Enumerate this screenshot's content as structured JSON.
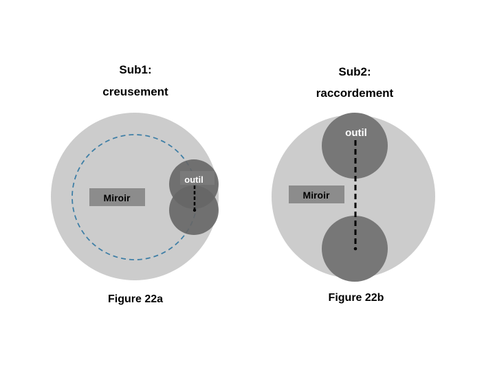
{
  "left": {
    "title_line1": "Sub1:",
    "title_line2": "creusement",
    "mirror_label": "Miroir",
    "tool_label": "outil",
    "caption": "Figure 22a"
  },
  "right": {
    "title_line1": "Sub2:",
    "title_line2": "raccordement",
    "mirror_label": "Miroir",
    "tool_label": "outil",
    "caption": "Figure 22b"
  },
  "colors": {
    "mirror_disc": "#cccccc",
    "tool": "#666666",
    "tool_light": "#7a7a7a",
    "label_box": "#8c8c8c",
    "dashed_circle": "#3f7fa6",
    "path": "#000000"
  }
}
